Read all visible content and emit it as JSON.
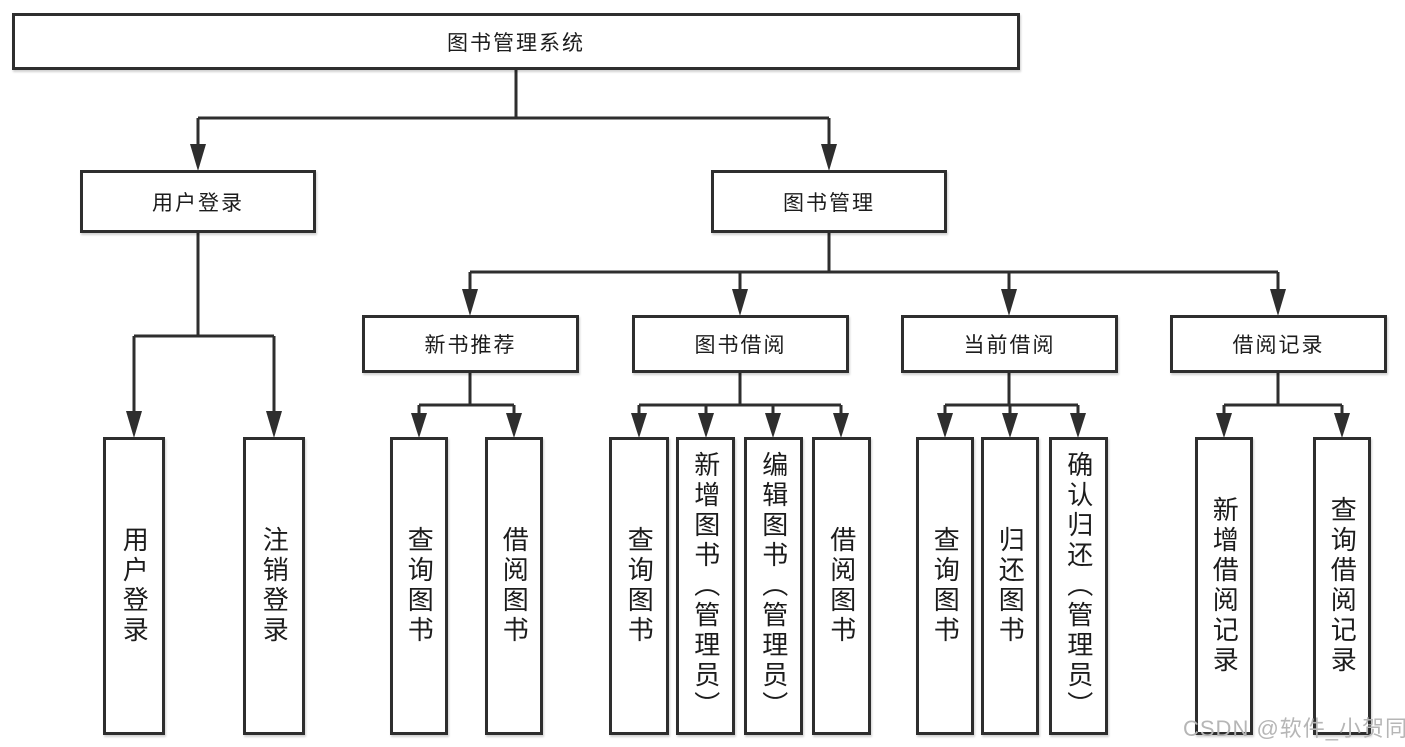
{
  "diagram": {
    "root": "图书管理系统",
    "level2": [
      "用户登录",
      "图书管理"
    ],
    "level3": [
      "新书推荐",
      "图书借阅",
      "当前借阅",
      "借阅记录"
    ],
    "leaves": [
      "用户登录",
      "注销登录",
      "查询图书",
      "借阅图书",
      "查询图书",
      "新增图书（管理员）",
      "编辑图书（管理员）",
      "借阅图书",
      "查询图书",
      "归还图书",
      "确认归还（管理员）",
      "新增借阅记录",
      "查询借阅记录"
    ],
    "watermark": "CSDN @软件_小贺同学",
    "colors": {
      "line": "#2e2e2e",
      "text": "#1c1c1c",
      "watermark": "#b6b6b6",
      "background": "#ffffff"
    }
  }
}
